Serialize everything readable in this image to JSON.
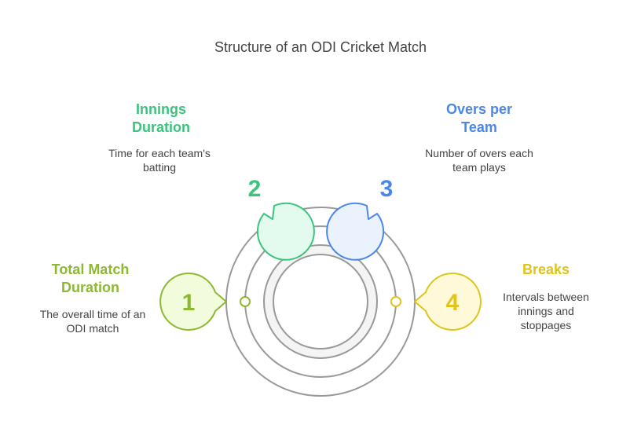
{
  "title": "Structure of an ODI Cricket Match",
  "items": [
    {
      "number": "1",
      "heading": "Total Match Duration",
      "heading_lines": [
        "Total Match",
        "Duration"
      ],
      "description": "The overall time of an ODI match",
      "color": "#8db832",
      "fill": "#f2fbdc"
    },
    {
      "number": "2",
      "heading": "Innings Duration",
      "heading_lines": [
        "Innings",
        "Duration"
      ],
      "description": "Time for each team's batting",
      "color": "#3cc47c",
      "fill": "#e3fbef"
    },
    {
      "number": "3",
      "heading": "Overs per Team",
      "heading_lines": [
        "Overs per",
        "Team"
      ],
      "description": "Number of overs each team plays",
      "color": "#4c86e8",
      "fill": "#eaf2fe"
    },
    {
      "number": "4",
      "heading": "Breaks",
      "heading_lines": [
        "Breaks"
      ],
      "description": "Intervals between innings and stoppages",
      "color": "#e0c419",
      "fill": "#fef9d8"
    }
  ]
}
